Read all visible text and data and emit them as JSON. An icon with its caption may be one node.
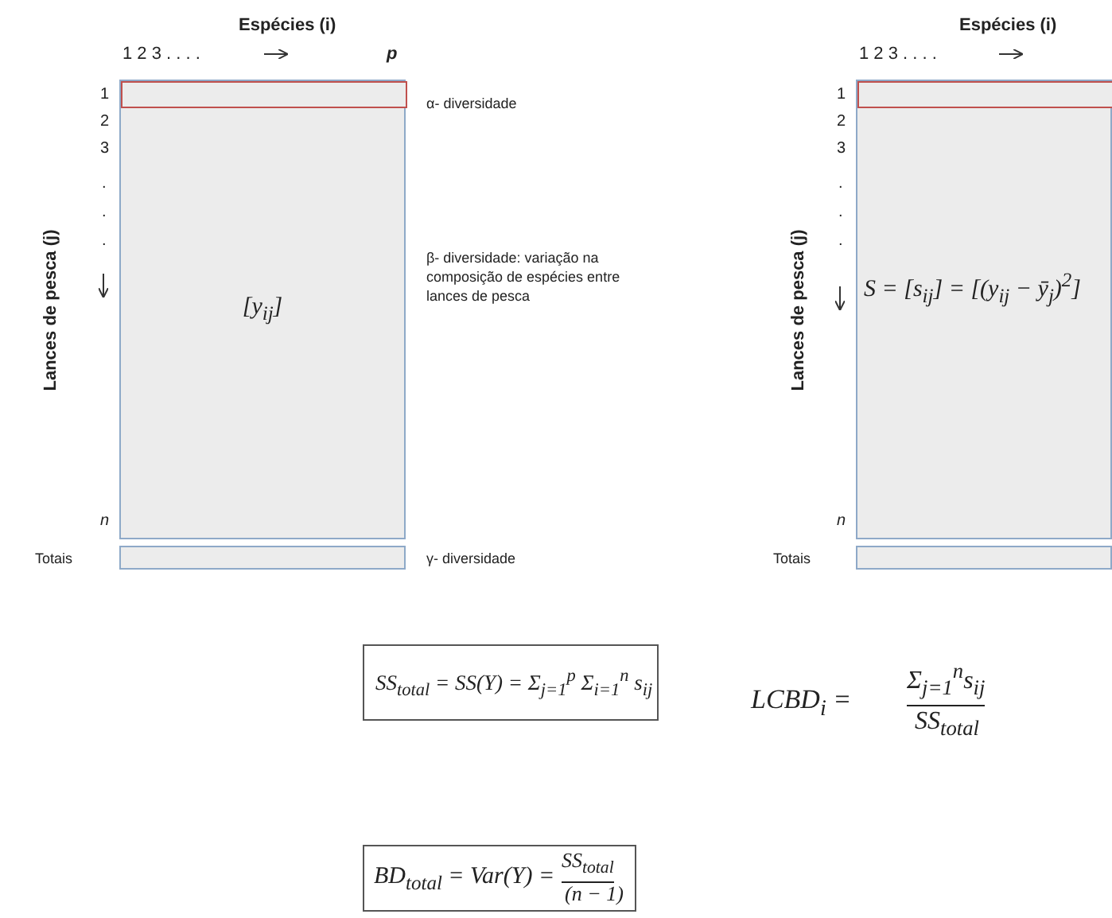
{
  "diagram": {
    "nodes": [
      {
        "text": [
          "[y$_{ij}$]"
        ]
      },
      {
        "text": [],
        "shape": "box",
        "in": 0,
        "beside": [
          "1"
        ]
      },
      {
        "text": [],
        "shape": "bar",
        "beside": [
          "Totais"
        ]
      },
      {
        "text": [
          "S = [s$_{ij}$] = [(y$_{ij}$ − ȳ$_{j}$)$^{2}$]"
        ]
      },
      {
        "text": [],
        "shape": "box",
        "in": 3,
        "beside": [
          "1"
        ]
      },
      {
        "text": [],
        "shape": "bar",
        "beside": [
          "Totais"
        ]
      },
      {
        "text": [
          "SS$_{total}$ = SS(Y) = Σ$_{j=1}$$^{p}$ Σ$_{i=1}$$^{n}$ s$_{ij}$"
        ]
      },
      {
        "text": [
          "BD$_{total}$ = Var(Y) =",
          "SS$_{total}$",
          "(n − 1)"
        ]
      }
    ],
    "labels": [
      "Espécies (i)",
      "1 2 3 . . . .",
      "p",
      "2",
      "3",
      ".",
      ".",
      ".",
      "n",
      "Lances de pesca (j)",
      "α- diversidade",
      "β- diversidade: variação na composição de espécies entre lances de pesca",
      "γ- diversidade",
      "Espécies (i)",
      "1 2 3 . . . .",
      "2",
      "3",
      ".",
      ".",
      ".",
      "n",
      "Lances de pesca (j)",
      "LCBD$_{i}$ =",
      "Σ$_{j=1}$$^{n}$s$_{ij}$",
      "SS$_{total}$"
    ]
  }
}
